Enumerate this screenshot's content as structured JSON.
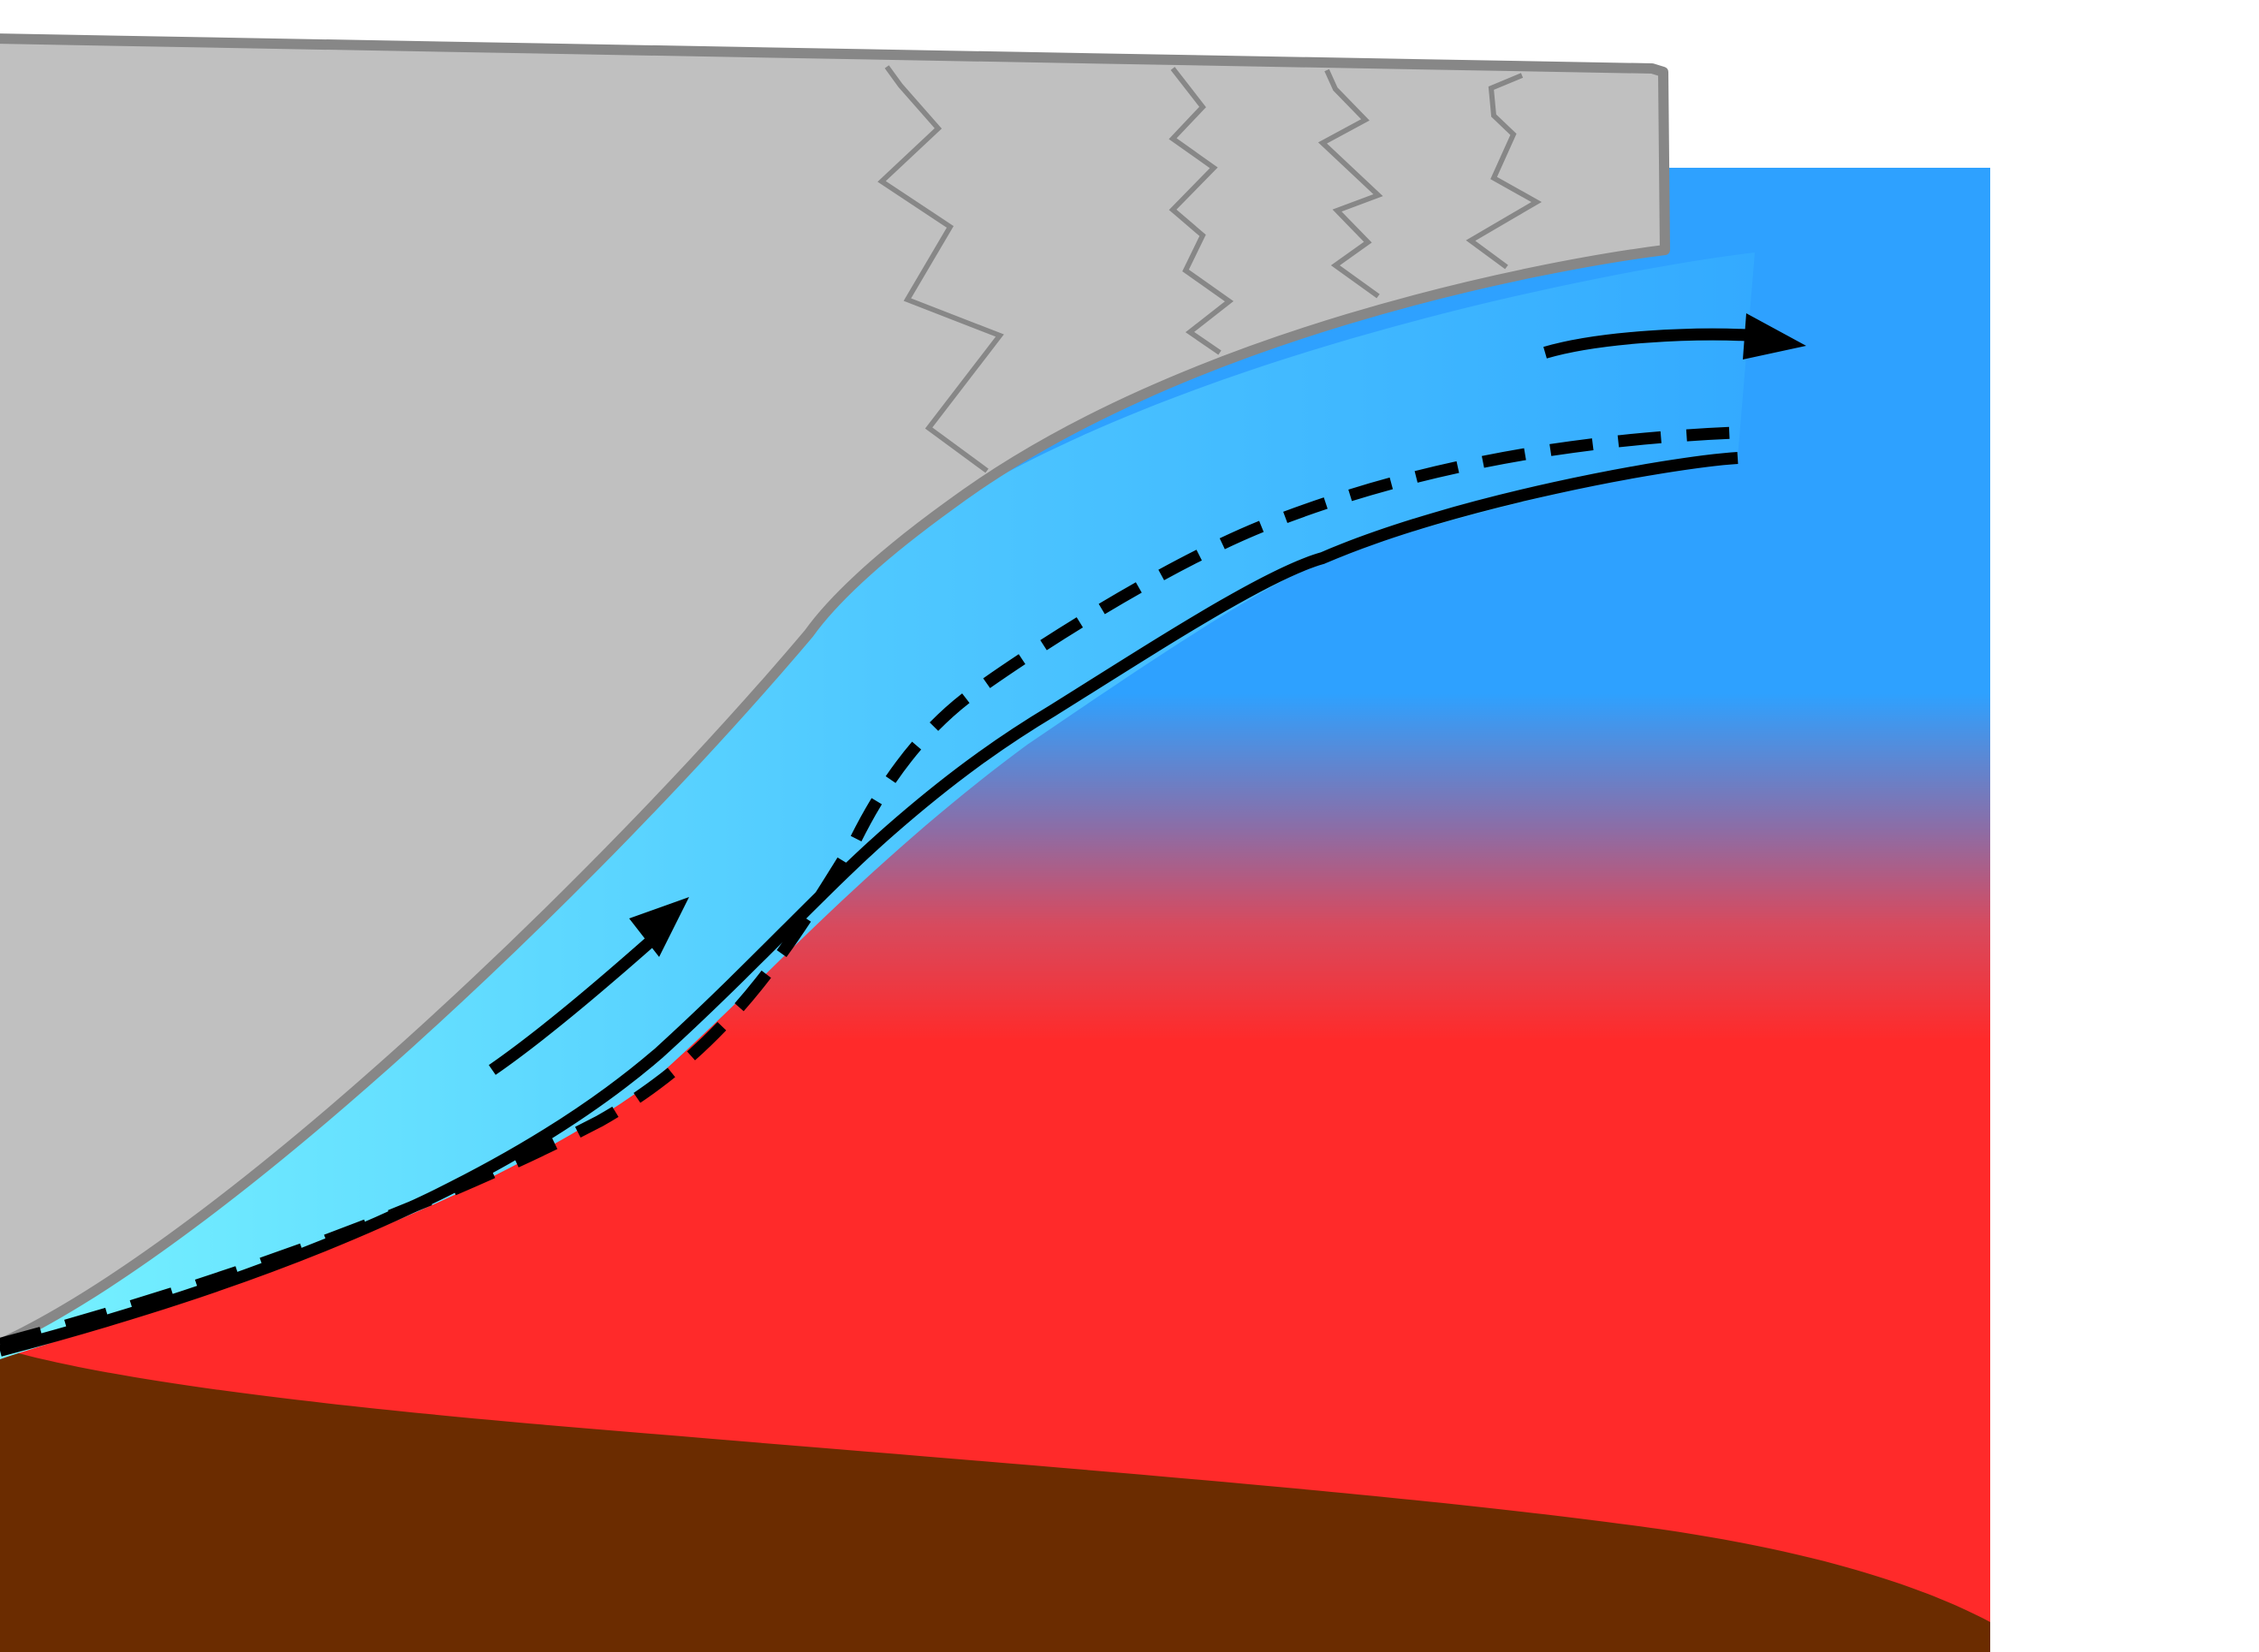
{
  "diagram": {
    "kind": "ice-shelf-ocean-circulation-cross-section",
    "labels": [],
    "colors": {
      "background": "#ffffff",
      "ice_shelf_fill": "#c0c0c0",
      "ice_shelf_outline": "#878787",
      "crevasse_stroke": "#878787",
      "meltwater_plume_light": "#77f3ff",
      "meltwater_plume_mid": "#4fc8ff",
      "meltwater_plume_dark": "#33aaff",
      "ocean_surface_water": "#2ea1ff",
      "ocean_transition_purple": "#8a6ea8",
      "ocean_deep_warm_water": "#ff2a2a",
      "seabed": "#6b2c00",
      "flow_lines": "#000000"
    },
    "icons": {
      "upward_plume_arrow": "arrow-up-right-icon",
      "outflow_arrow": "arrow-right-icon"
    },
    "elements": {
      "ice_shelf": "ice-shelf",
      "crevasses": "crevasse",
      "ocean": "ocean-water",
      "meltwater_plume": "meltwater-plume",
      "seabed": "seabed",
      "solid_boundary": "solid-boundary-line",
      "dashed_boundary": "dashed-boundary-line"
    }
  }
}
